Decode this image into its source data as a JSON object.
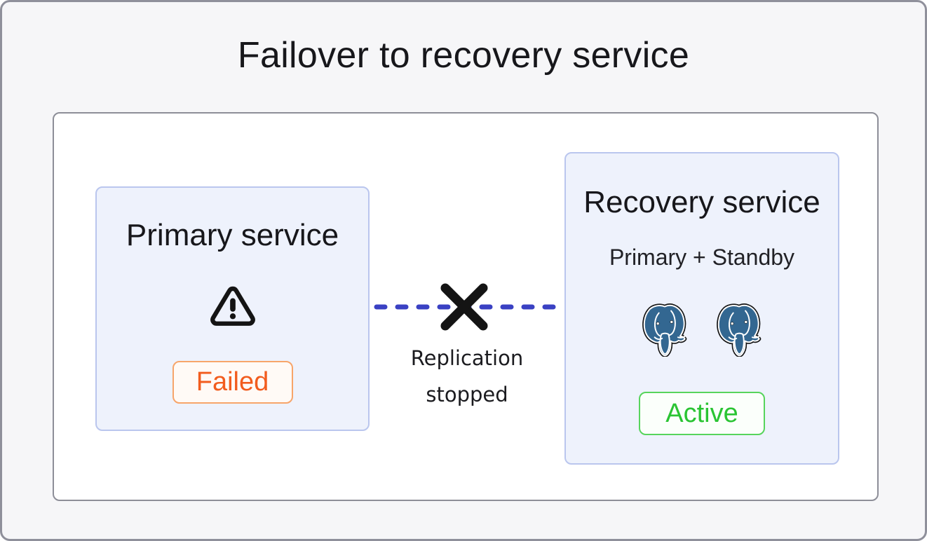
{
  "title": "Failover to recovery service",
  "primary_service": {
    "heading": "Primary service",
    "icon": "warning-triangle-icon",
    "status_label": "Failed"
  },
  "recovery_service": {
    "heading": "Recovery service",
    "subtitle": "Primary + Standby",
    "icons": [
      "postgresql-elephant-icon",
      "postgresql-elephant-icon"
    ],
    "status_label": "Active"
  },
  "replication_link": {
    "label": "Replication stopped",
    "icon": "x-cross-icon"
  },
  "colors": {
    "canvas_bg": "#f6f6f8",
    "canvas_border": "#8f909b",
    "panel_bg": "#ffffff",
    "panel_border": "#8d8e98",
    "service_box_bg": "#eef2fc",
    "service_box_border": "#bac6ee",
    "failed_text": "#f25c1e",
    "failed_border": "#f7a56a",
    "failed_bg": "#fffaf6",
    "active_text": "#2ac433",
    "active_border": "#57d45c",
    "active_bg": "#fbfffb",
    "replication_line": "#3a41c3",
    "icon_black": "#141414",
    "postgres_blue": "#336791",
    "text_dark": "#17171b"
  }
}
